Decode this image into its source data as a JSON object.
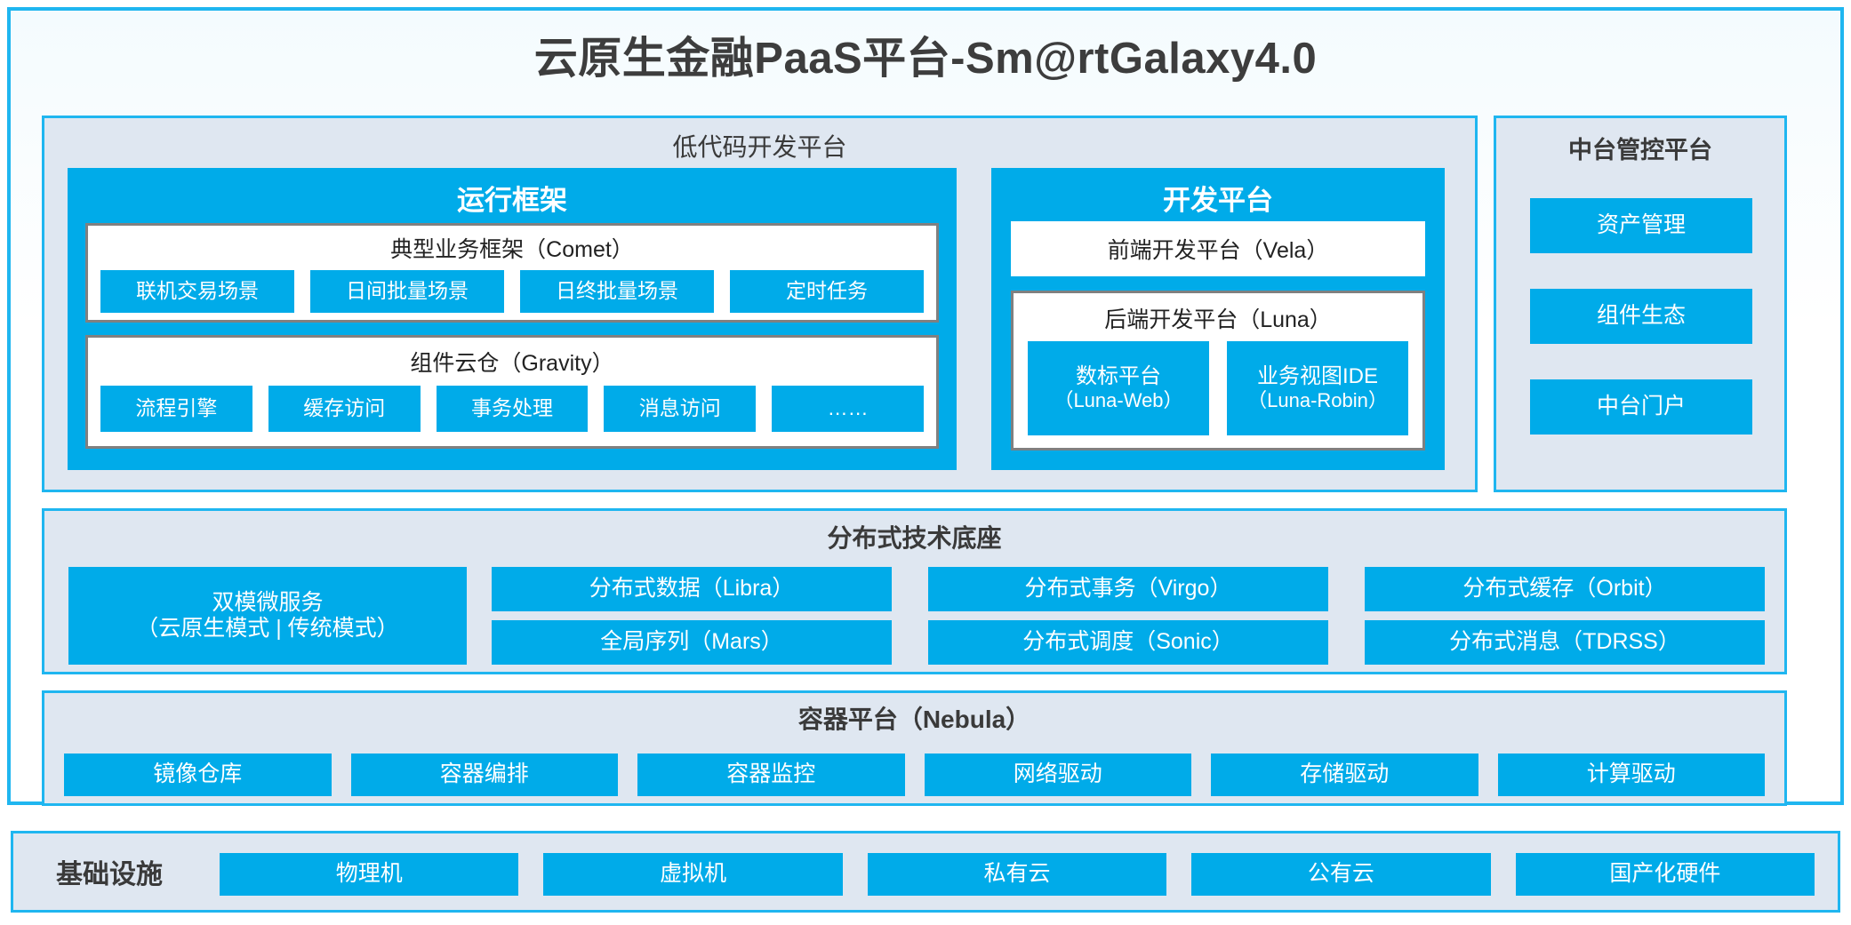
{
  "page": {
    "title": "云原生金融PaaS平台-Sm@rtGalaxy4.0",
    "accent_blue": "#00ABE9",
    "frame_blue": "#1FB6F0",
    "panel_fill": "#dfe7f1",
    "box_border_gray": "#808080"
  },
  "lowcode": {
    "title": "低代码开发平台",
    "runtime": {
      "title": "运行框架",
      "comet": {
        "title": "典型业务框架（Comet）",
        "items": [
          "联机交易场景",
          "日间批量场景",
          "日终批量场景",
          "定时任务"
        ]
      },
      "gravity": {
        "title": "组件云仓（Gravity）",
        "items": [
          "流程引擎",
          "缓存访问",
          "事务处理",
          "消息访问",
          "……"
        ]
      }
    },
    "devplatform": {
      "title": "开发平台",
      "vela": "前端开发平台（Vela）",
      "luna": {
        "title": "后端开发平台（Luna）",
        "items": [
          {
            "name": "数标平台",
            "code": "（Luna-Web）"
          },
          {
            "name": "业务视图IDE",
            "code": "（Luna-Robin）"
          }
        ]
      }
    }
  },
  "midoffice": {
    "title": "中台管控平台",
    "items": [
      "资产管理",
      "组件生态",
      "中台门户"
    ]
  },
  "distributed": {
    "title": "分布式技术底座",
    "dualmode": {
      "name": "双模微服务",
      "sub": "（云原生模式 | 传统模式）"
    },
    "columns": [
      [
        "分布式数据（Libra）",
        "全局序列（Mars）"
      ],
      [
        "分布式事务（Virgo）",
        "分布式调度（Sonic）"
      ],
      [
        "分布式缓存（Orbit）",
        "分布式消息（TDRSS）"
      ]
    ]
  },
  "container": {
    "title": "容器平台（Nebula）",
    "items": [
      "镜像仓库",
      "容器编排",
      "容器监控",
      "网络驱动",
      "存储驱动",
      "计算驱动"
    ]
  },
  "infrastructure": {
    "label": "基础设施",
    "items": [
      "物理机",
      "虚拟机",
      "私有云",
      "公有云",
      "国产化硬件"
    ]
  }
}
